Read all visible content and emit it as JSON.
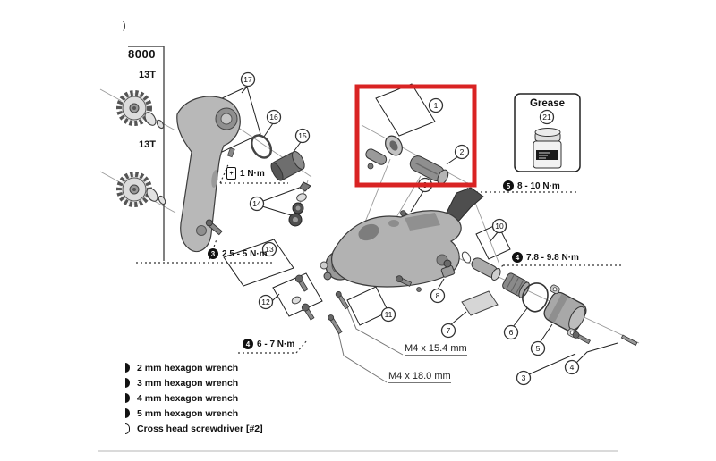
{
  "page": {
    "corner_fragment": ")",
    "model_fragment": "8000"
  },
  "inset": {
    "pulley_labels": [
      "13T",
      "13T"
    ]
  },
  "grease_box": {
    "title": "Grease",
    "callout": "21"
  },
  "highlight": {
    "color": "#d92323",
    "highlighted_parts": [
      "1",
      "2"
    ]
  },
  "callouts": [
    "1",
    "2",
    "3",
    "4",
    "5",
    "6",
    "7",
    "8",
    "9",
    "10",
    "11",
    "12",
    "13",
    "14",
    "15",
    "16",
    "17",
    "21"
  ],
  "torque_labels": [
    {
      "tool": "ph2",
      "text": "1 N·m"
    },
    {
      "tool": "3",
      "text": "2.5 - 5 N·m"
    },
    {
      "tool": "5",
      "text": "8 - 10 N·m"
    },
    {
      "tool": "4",
      "text": "7.8 - 9.8 N·m"
    },
    {
      "tool": "4",
      "text": "6 - 7 N·m"
    }
  ],
  "screwdriver_symbol": "+",
  "dimension_labels": [
    "M4 x 15.4 mm",
    "M4 x 18.0 mm"
  ],
  "legend": {
    "items": [
      {
        "icon": "hex-wrench",
        "label": "2 mm hexagon wrench"
      },
      {
        "icon": "hex-wrench",
        "label": "3 mm hexagon wrench"
      },
      {
        "icon": "hex-wrench",
        "label": "4 mm hexagon wrench"
      },
      {
        "icon": "hex-wrench",
        "label": "5 mm hexagon wrench"
      },
      {
        "icon": "cross-screwdriver",
        "label": "Cross head screwdriver [#2]"
      }
    ]
  }
}
